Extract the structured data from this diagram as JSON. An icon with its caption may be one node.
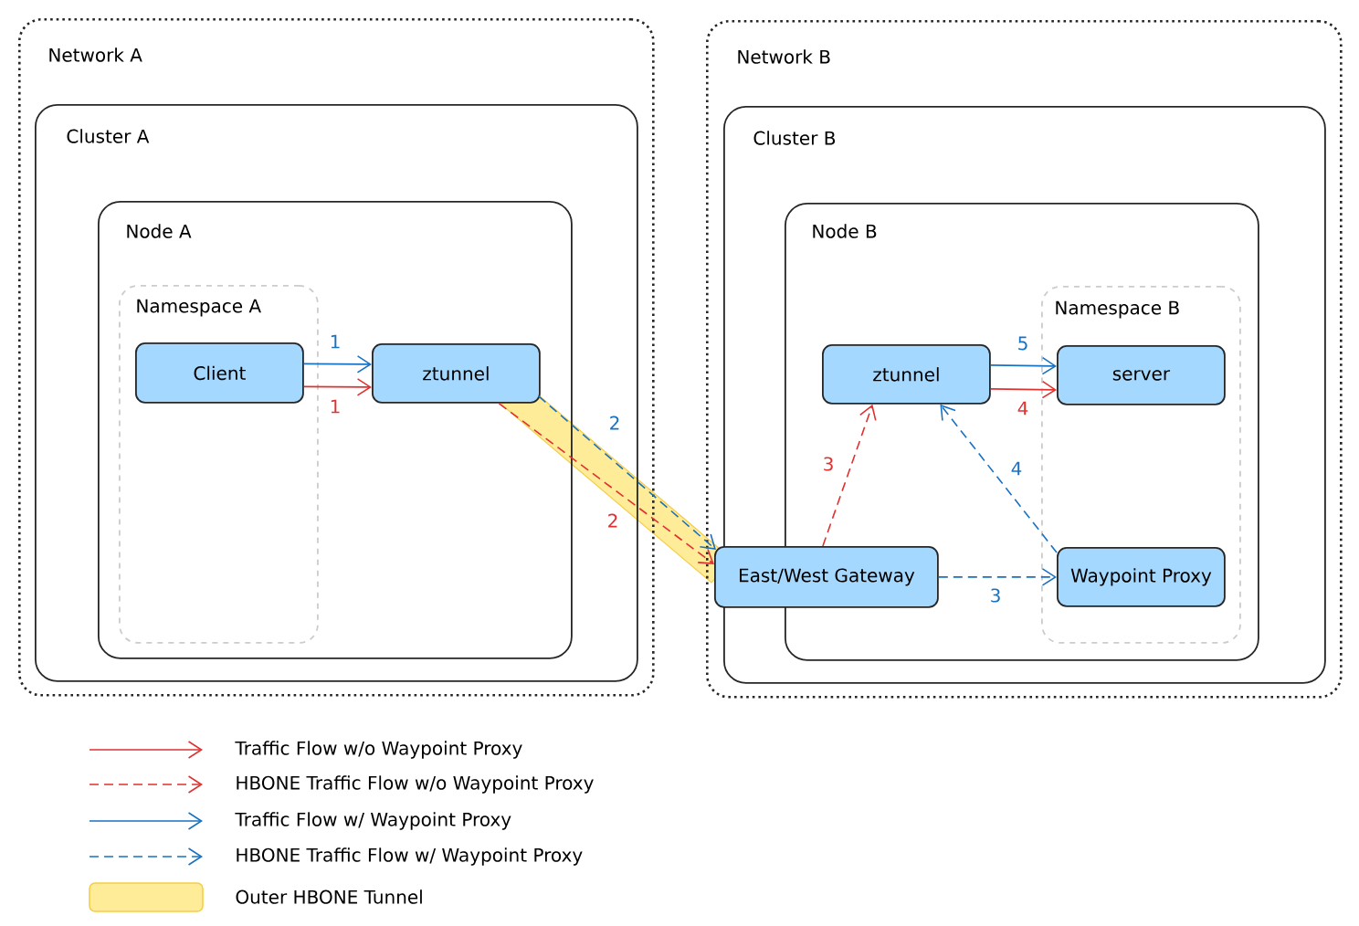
{
  "diagram": {
    "nodes": [
      {
        "text": [
          "Network A"
        ]
      },
      {
        "text": [
          "Cluster A"
        ],
        "in": 0
      },
      {
        "text": [
          "Node A"
        ],
        "in": 1
      },
      {
        "text": [
          "Namespace A"
        ],
        "in": 2
      },
      {
        "text": [
          "Client"
        ],
        "in": 3
      },
      {
        "text": [
          "ztunnel"
        ],
        "in": 2
      },
      {
        "text": [
          "Network B"
        ]
      },
      {
        "text": [
          "Cluster B"
        ],
        "in": 6
      },
      {
        "text": [
          "Node B"
        ],
        "in": 7
      },
      {
        "text": [
          "Namespace B"
        ],
        "in": 8
      },
      {
        "text": [
          "ztunnel"
        ],
        "in": 8
      },
      {
        "text": [
          "server"
        ],
        "in": 9
      },
      {
        "text": [
          "East/West Gateway"
        ],
        "in": 7
      },
      {
        "text": [
          "Waypoint Proxy"
        ],
        "in": 9
      }
    ],
    "edges": [
      {
        "from": 4,
        "to": 5,
        "arrow": "to",
        "label": "1",
        "color": "#1971c2"
      },
      {
        "from": 4,
        "to": 5,
        "arrow": "to",
        "label": "1",
        "color": "#e03131"
      },
      {
        "from": 5,
        "to": 12,
        "arrow": "to",
        "label": "2",
        "style": "dashed",
        "color": "#1971c2"
      },
      {
        "from": 5,
        "to": 12,
        "arrow": "to",
        "label": "2",
        "style": "dashed",
        "color": "#e03131"
      },
      {
        "from": 12,
        "to": 10,
        "arrow": "to",
        "label": "3",
        "style": "dashed",
        "color": "#e03131"
      },
      {
        "from": 12,
        "to": 13,
        "arrow": "to",
        "label": "3",
        "style": "dashed",
        "color": "#1971c2"
      },
      {
        "from": 13,
        "to": 10,
        "arrow": "to",
        "label": "4",
        "style": "dashed",
        "color": "#1971c2"
      },
      {
        "from": 10,
        "to": 11,
        "arrow": "to",
        "label": "4",
        "color": "#e03131"
      },
      {
        "from": 10,
        "to": 11,
        "arrow": "to",
        "label": "5",
        "color": "#1971c2"
      }
    ],
    "legend": [
      {
        "text": "Traffic Flow w/o Waypoint Proxy"
      },
      {
        "text": "HBONE Traffic Flow w/o Waypoint Proxy"
      },
      {
        "text": "Traffic Flow w/ Waypoint Proxy"
      },
      {
        "text": "HBONE Traffic Flow w/ Waypoint Proxy"
      },
      {
        "text": "Outer HBONE Tunnel",
        "color": "#ffec99"
      }
    ]
  }
}
